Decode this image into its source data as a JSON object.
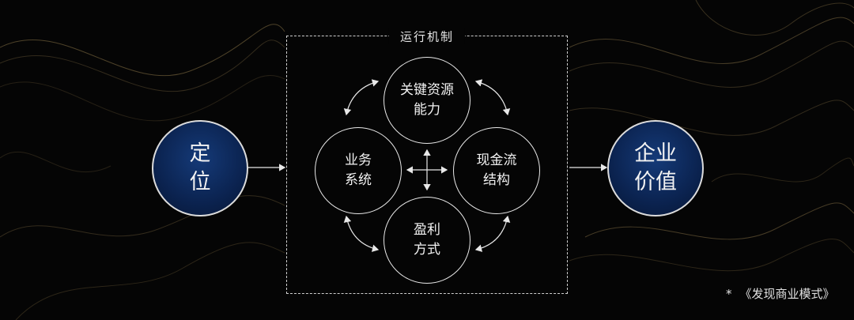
{
  "frame": {
    "title": "运行机制"
  },
  "left_node": {
    "lines": [
      "定",
      "位"
    ]
  },
  "right_node": {
    "lines": [
      "企业",
      "价值"
    ]
  },
  "nodes": {
    "top": {
      "lines": [
        "关键资源",
        "能力"
      ]
    },
    "left": {
      "lines": [
        "业务",
        "系统"
      ]
    },
    "right": {
      "lines": [
        "现金流",
        "结构"
      ]
    },
    "bottom": {
      "lines": [
        "盈利",
        "方式"
      ]
    }
  },
  "footnote": {
    "star": "*",
    "text": "《发现商业模式》"
  },
  "colors": {
    "background": "#050505",
    "node_fill": "#0b2350",
    "line": "#e8e8e8",
    "wave": "#8a7447"
  }
}
